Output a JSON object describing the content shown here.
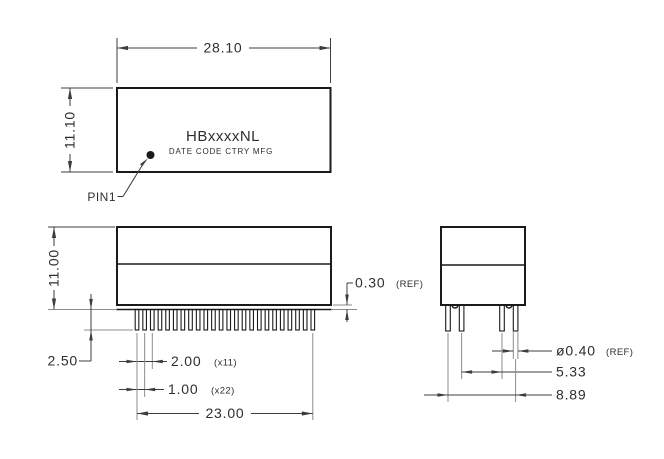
{
  "drawing": {
    "title_label": "HBxxxxNL",
    "marking_label": "DATE CODE CTRY MFG",
    "pin1_label": "PIN1",
    "dims": {
      "top_width": "28.10",
      "top_height": "11.10",
      "front_height": "11.00",
      "standoff": "0.30",
      "standoff_ref": "(REF)",
      "pin_length": "2.50",
      "pitch_2mm": "2.00",
      "pitch_2mm_count": "(x11)",
      "pitch_1mm": "1.00",
      "pitch_1mm_count": "(x22)",
      "pin_span": "23.00",
      "pin_diameter": "ø0.40",
      "pin_diameter_ref": "(REF)",
      "row_spacing_inner": "5.33",
      "row_spacing_outer": "8.89"
    },
    "pin_counts": {
      "front_visible": 24,
      "side_visible": 4
    },
    "colors": {
      "object_line": "#1a1a1a",
      "dimension_line": "#3d3d3d",
      "extension_line": "#8c8c8c",
      "text": "#2e2e2e",
      "background": "#ffffff"
    }
  }
}
